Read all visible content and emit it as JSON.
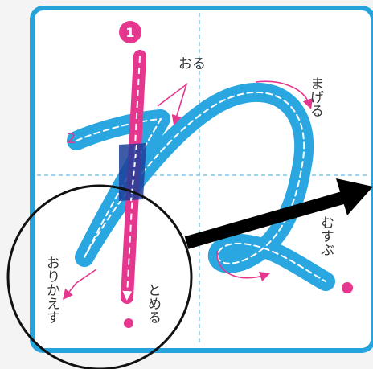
{
  "character": "ね",
  "stroke_numbers": [
    "1",
    "2"
  ],
  "annotations": {
    "oru": "おる",
    "mageru": "まげる",
    "musubu": "むすぶ",
    "tomeru": "とめる",
    "orikaesu": "おりかえす"
  },
  "colors": {
    "frame_blue": "#27a3dc",
    "stroke_blue": "#2aa6e0",
    "stroke_pink": "#e6378f",
    "guide_dash": "#7ec6e8",
    "paper": "#ffffff",
    "circle": "#111111",
    "arrow": "#000000"
  },
  "icons": [
    "start-dot-icon",
    "end-dot-icon",
    "direction-arrow-icon",
    "curved-arrow-icon"
  ]
}
